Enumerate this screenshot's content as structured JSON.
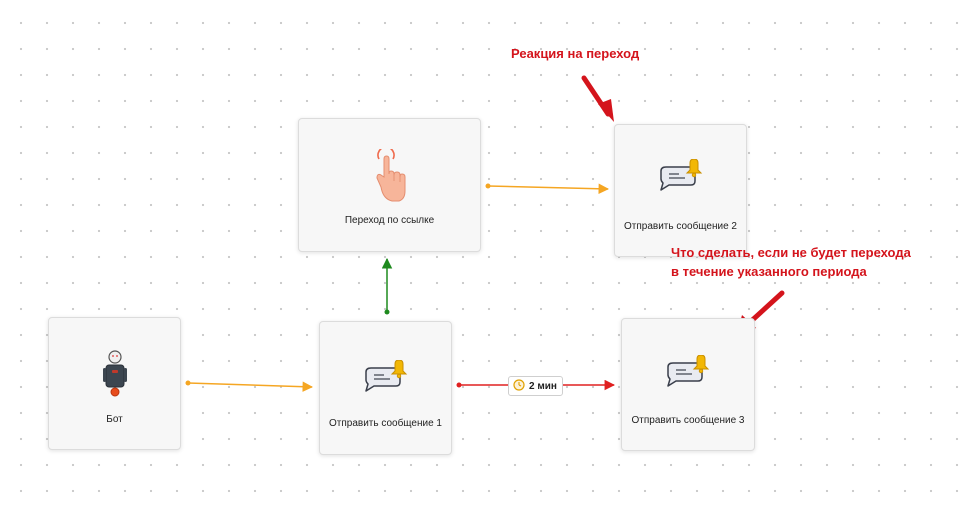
{
  "nodes": {
    "bot": {
      "label": "Бот"
    },
    "send_message_1": {
      "label": "Отправить сообщение 1"
    },
    "link_click": {
      "label": "Переход по ссылке"
    },
    "send_message_2": {
      "label": "Отправить сообщение 2"
    },
    "send_message_3": {
      "label": "Отправить сообщение 3"
    }
  },
  "edges": {
    "delay_label": "2 мин"
  },
  "annotations": {
    "reaction": "Реакция на переход",
    "no_transition_line1": "Что сделать, если не будет перехода",
    "no_transition_line2": "в течение указанного периода"
  },
  "icons": {
    "bot": "robot-icon",
    "message": "message-bell-icon",
    "link": "tap-finger-icon",
    "delay": "clock-icon"
  },
  "colors": {
    "edge_default": "#f5a623",
    "edge_success": "#1e8a1e",
    "edge_timeout": "#e02020",
    "annotation": "#d4141c",
    "bell": "#f2b705",
    "hand": "#f7b59a"
  }
}
